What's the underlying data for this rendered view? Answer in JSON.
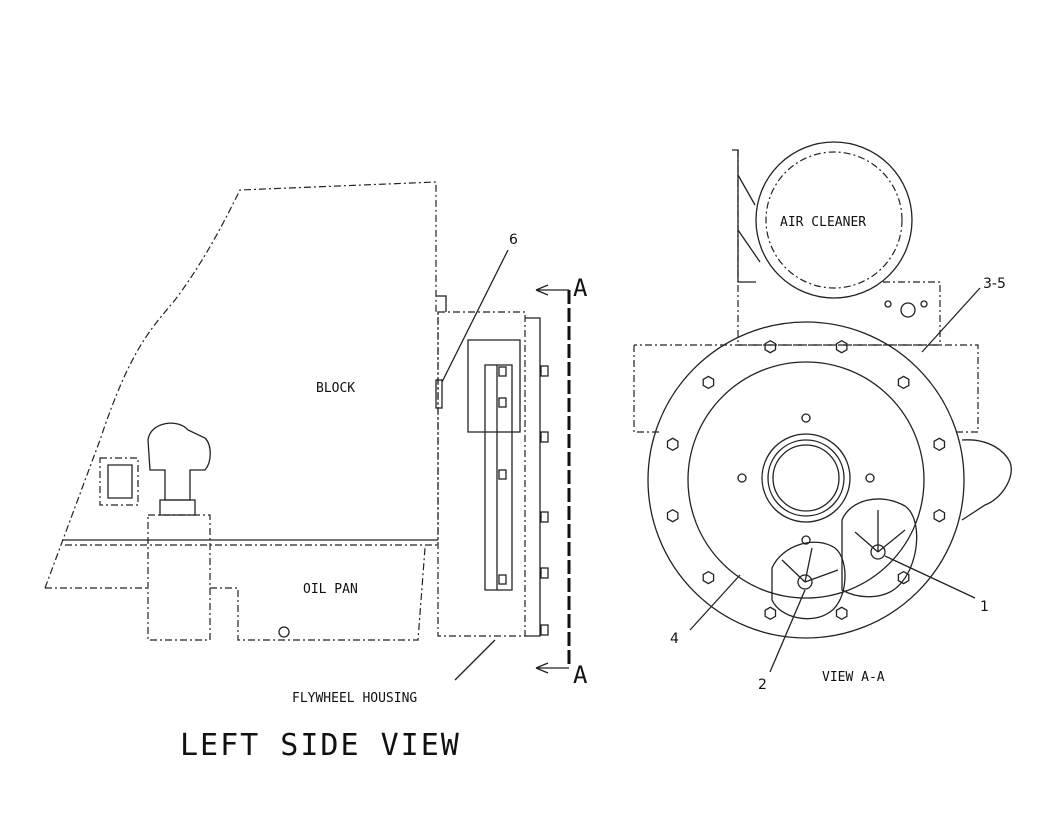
{
  "left_view": {
    "labels": {
      "block": "BLOCK",
      "oil_pan": "OIL PAN",
      "flywheel_housing": "FLYWHEEL HOUSING"
    },
    "section_marker": "A",
    "callout_6": "6",
    "title": "LEFT SIDE VIEW"
  },
  "right_view": {
    "labels": {
      "air_cleaner": "AIR CLEANER",
      "view": "VIEW A-A"
    },
    "callouts": {
      "c1": "1",
      "c2": "2",
      "c3_5": "3-5",
      "c4": "4"
    }
  }
}
